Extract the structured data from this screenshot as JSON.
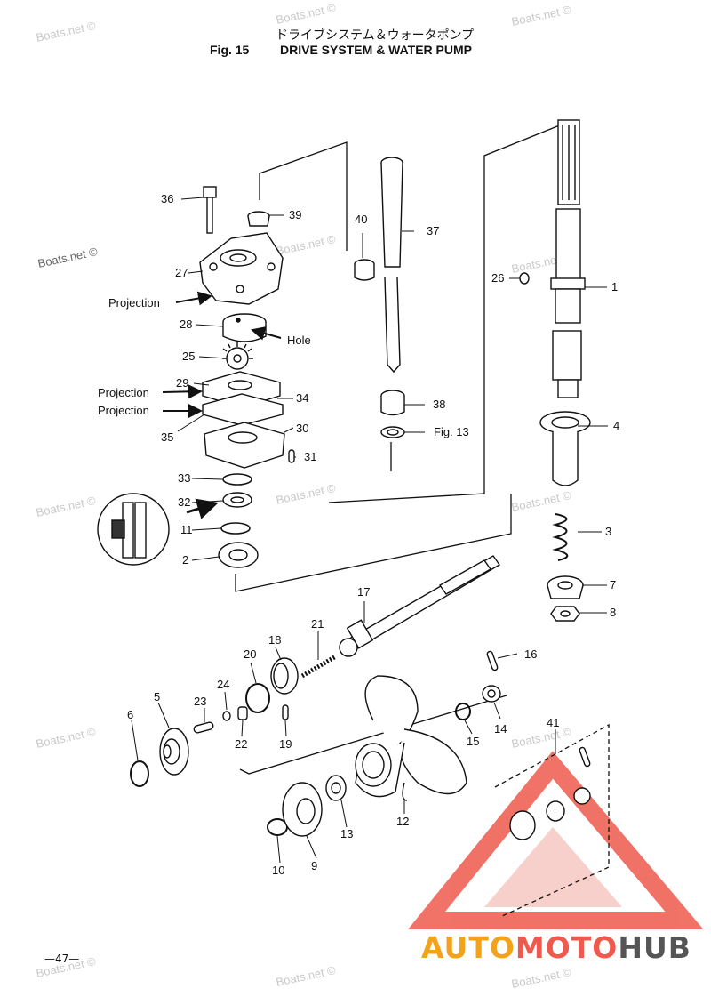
{
  "header": {
    "japanese_title": "ドライブシステム＆ウォータポンプ",
    "figure_number": "Fig. 15",
    "figure_title": "DRIVE SYSTEM & WATER PUMP"
  },
  "watermark": {
    "text": "Boats.net ©"
  },
  "callouts": {
    "p1": "1",
    "p2": "2",
    "p3": "3",
    "p4": "4",
    "p5": "5",
    "p6": "6",
    "p7": "7",
    "p8": "8",
    "p9": "9",
    "p10": "10",
    "p11": "11",
    "p12": "12",
    "p13": "13",
    "p14": "14",
    "p15": "15",
    "p16": "16",
    "p17": "17",
    "p18": "18",
    "p19": "19",
    "p20": "20",
    "p21": "21",
    "p22": "22",
    "p23": "23",
    "p24": "24",
    "p25": "25",
    "p26": "26",
    "p27": "27",
    "p28": "28",
    "p29": "29",
    "p30": "30",
    "p31": "31",
    "p32": "32",
    "p33": "33",
    "p34": "34",
    "p35": "35",
    "p36": "36",
    "p37": "37",
    "p38": "38",
    "p39": "39",
    "p40": "40",
    "p41": "41"
  },
  "annotations": {
    "projection": "Projection",
    "hole": "Hole",
    "fig13": "Fig. 13"
  },
  "footer": {
    "page_number": "—47—",
    "brand_auto": "AUTO",
    "brand_moto": "MOTO",
    "brand_hub": "HUB"
  },
  "colors": {
    "brand_orange": "#f2a31b",
    "brand_red": "#ee5a4d",
    "brand_gray": "#555555"
  }
}
